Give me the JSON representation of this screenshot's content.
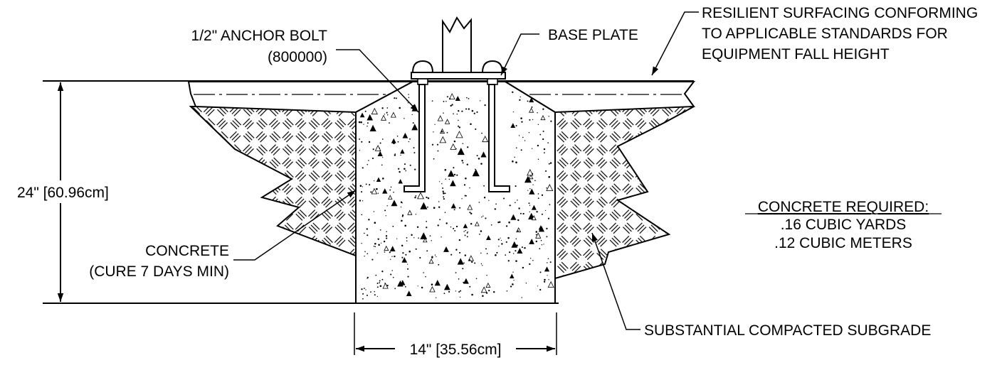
{
  "labels": {
    "anchor_bolt": "1/2\" ANCHOR BOLT",
    "anchor_bolt_part": "(800000)",
    "base_plate": "BASE PLATE",
    "surfacing_line1": "RESILIENT SURFACING CONFORMING",
    "surfacing_line2": "TO APPLICABLE STANDARDS FOR",
    "surfacing_line3": "EQUIPMENT FALL HEIGHT",
    "depth_dimension": "24\" [60.96cm]",
    "concrete_line1": "CONCRETE",
    "concrete_line2": "(CURE 7 DAYS MIN)",
    "width_dimension": "14\" [35.56cm]",
    "subgrade": "SUBSTANTIAL COMPACTED SUBGRADE",
    "concrete_required_title": "CONCRETE REQUIRED:",
    "concrete_required_yards": ".16 CUBIC YARDS",
    "concrete_required_meters": ".12 CUBIC METERS"
  },
  "colors": {
    "line": "#000000",
    "background": "#ffffff"
  }
}
